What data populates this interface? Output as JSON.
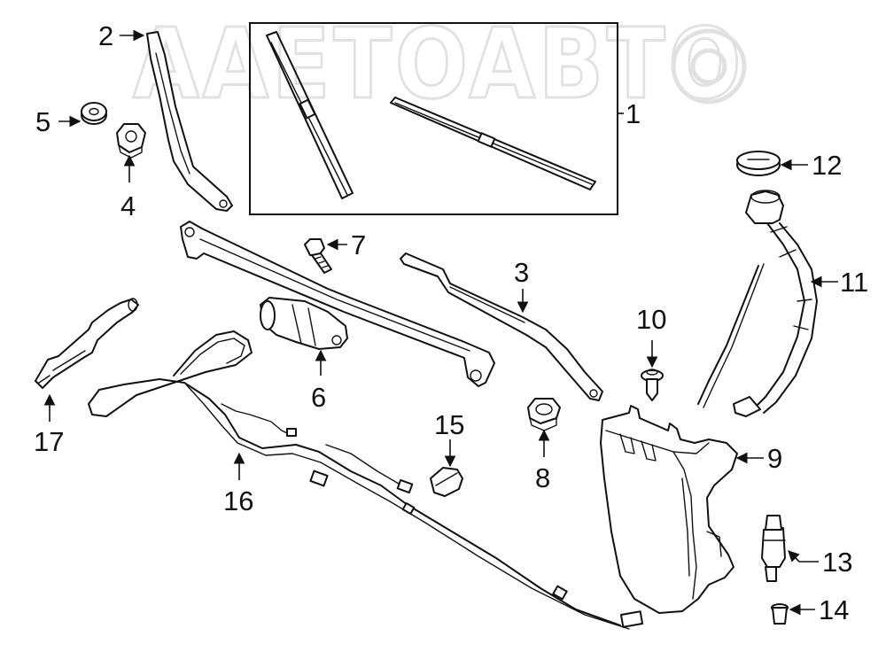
{
  "watermark": "AAETOABTO",
  "callouts": [
    {
      "id": "1",
      "label": "1"
    },
    {
      "id": "2",
      "label": "2"
    },
    {
      "id": "3",
      "label": "3"
    },
    {
      "id": "4",
      "label": "4"
    },
    {
      "id": "5",
      "label": "5"
    },
    {
      "id": "6",
      "label": "6"
    },
    {
      "id": "7",
      "label": "7"
    },
    {
      "id": "8",
      "label": "8"
    },
    {
      "id": "9",
      "label": "9"
    },
    {
      "id": "10",
      "label": "10"
    },
    {
      "id": "11",
      "label": "11"
    },
    {
      "id": "12",
      "label": "12"
    },
    {
      "id": "13",
      "label": "13"
    },
    {
      "id": "14",
      "label": "14"
    },
    {
      "id": "15",
      "label": "15"
    },
    {
      "id": "16",
      "label": "16"
    },
    {
      "id": "17",
      "label": "17"
    }
  ]
}
